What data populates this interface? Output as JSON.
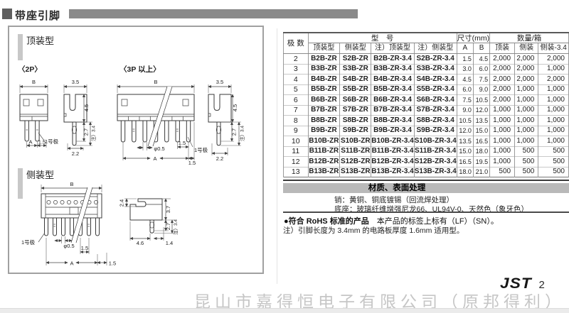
{
  "header": {
    "title": "带座引脚"
  },
  "drawings": {
    "top_mount_label": "顶装型",
    "side_mount_label": "侧装型",
    "label_2p": "〈2P〉",
    "label_3p": "〈3P 以上〉",
    "dims": {
      "B": "B",
      "A": "A",
      "d14": "1.4",
      "d15": "1.5",
      "d22": "2.2",
      "d24": "2.4",
      "d27": "2.7",
      "d35": "3.5",
      "d37": "3.7",
      "d45": "4.5",
      "d46": "4.6",
      "dia05": "φ0.5",
      "note34": "注）3.4",
      "pole1": "1号极"
    }
  },
  "table": {
    "group_headers": {
      "poles": "极 数",
      "model": "型　号",
      "size": "尺寸(mm)",
      "qty": "数量/箱"
    },
    "sub_headers": [
      "顶装型",
      "侧装型",
      "注）顶装型",
      "注）侧装型",
      "A",
      "B",
      "顶装",
      "侧装",
      "侧装-3.4"
    ],
    "rows": [
      [
        "2",
        "B2B-ZR",
        "S2B-ZR",
        "B2B-ZR-3.4",
        "S2B-ZR-3.4",
        "1.5",
        "4.5",
        "2,000",
        "2,000",
        "2,000"
      ],
      [
        "3",
        "B3B-ZR",
        "S3B-ZR",
        "B3B-ZR-3.4",
        "S3B-ZR-3.4",
        "3.0",
        "6.0",
        "2,000",
        "2,000",
        "1,000"
      ],
      [
        "4",
        "B4B-ZR",
        "S4B-ZR",
        "B4B-ZR-3.4",
        "S4B-ZR-3.4",
        "4.5",
        "7.5",
        "2,000",
        "2,000",
        "2,000"
      ],
      [
        "5",
        "B5B-ZR",
        "S5B-ZR",
        "B5B-ZR-3.4",
        "S5B-ZR-3.4",
        "6.0",
        "9.0",
        "2,000",
        "1,000",
        "1,000"
      ],
      [
        "6",
        "B6B-ZR",
        "S6B-ZR",
        "B6B-ZR-3.4",
        "S6B-ZR-3.4",
        "7.5",
        "10.5",
        "2,000",
        "1,000",
        "1,000"
      ],
      [
        "7",
        "B7B-ZR",
        "S7B-ZR",
        "B7B-ZR-3.4",
        "S7B-ZR-3.4",
        "9.0",
        "12.0",
        "1,000",
        "1,000",
        "1,000"
      ],
      [
        "8",
        "B8B-ZR",
        "S8B-ZR",
        "B8B-ZR-3.4",
        "S8B-ZR-3.4",
        "10.5",
        "13.5",
        "1,000",
        "1,000",
        "1,000"
      ],
      [
        "9",
        "B9B-ZR",
        "S9B-ZR",
        "B9B-ZR-3.4",
        "S9B-ZR-3.4",
        "12.0",
        "15.0",
        "1,000",
        "1,000",
        "1,000"
      ],
      [
        "10",
        "B10B-ZR",
        "S10B-ZR",
        "B10B-ZR-3.4",
        "S10B-ZR-3.4",
        "13.5",
        "16.5",
        "1,000",
        "1,000",
        "1,000"
      ],
      [
        "11",
        "B11B-ZR",
        "S11B-ZR",
        "B11B-ZR-3.4",
        "S11B-ZR-3.4",
        "15.0",
        "18.0",
        "1,000",
        "500",
        "500"
      ],
      [
        "12",
        "B12B-ZR",
        "S12B-ZR",
        "B12B-ZR-3.4",
        "S12B-ZR-3.4",
        "16.5",
        "19.5",
        "1,000",
        "500",
        "500"
      ],
      [
        "13",
        "B13B-ZR",
        "S13B-ZR",
        "B13B-ZR-3.4",
        "S13B-ZR-3.4",
        "18.0",
        "21.0",
        "500",
        "500",
        "500"
      ]
    ]
  },
  "material": {
    "header": "材质、表面处理",
    "line1": "销：黄铜、铜底镀锡（回流焊处理）",
    "line2": "底座：玻璃纤维增强尼龙66、UL94V-0、天然色（象牙色）"
  },
  "notes": {
    "rohs_bold": "●符合 RoHS 标准的产品",
    "rohs_rest": "　本产品的标签上标有（LF）（SN）。",
    "note_line": "注）引脚长度为 3.4mm 的电路板厚度 1.6mm 适用型。"
  },
  "footer": {
    "brand": "JST",
    "page_number": "2",
    "watermark": "昆山市嘉得恒电子有限公司（原邦得利）"
  }
}
